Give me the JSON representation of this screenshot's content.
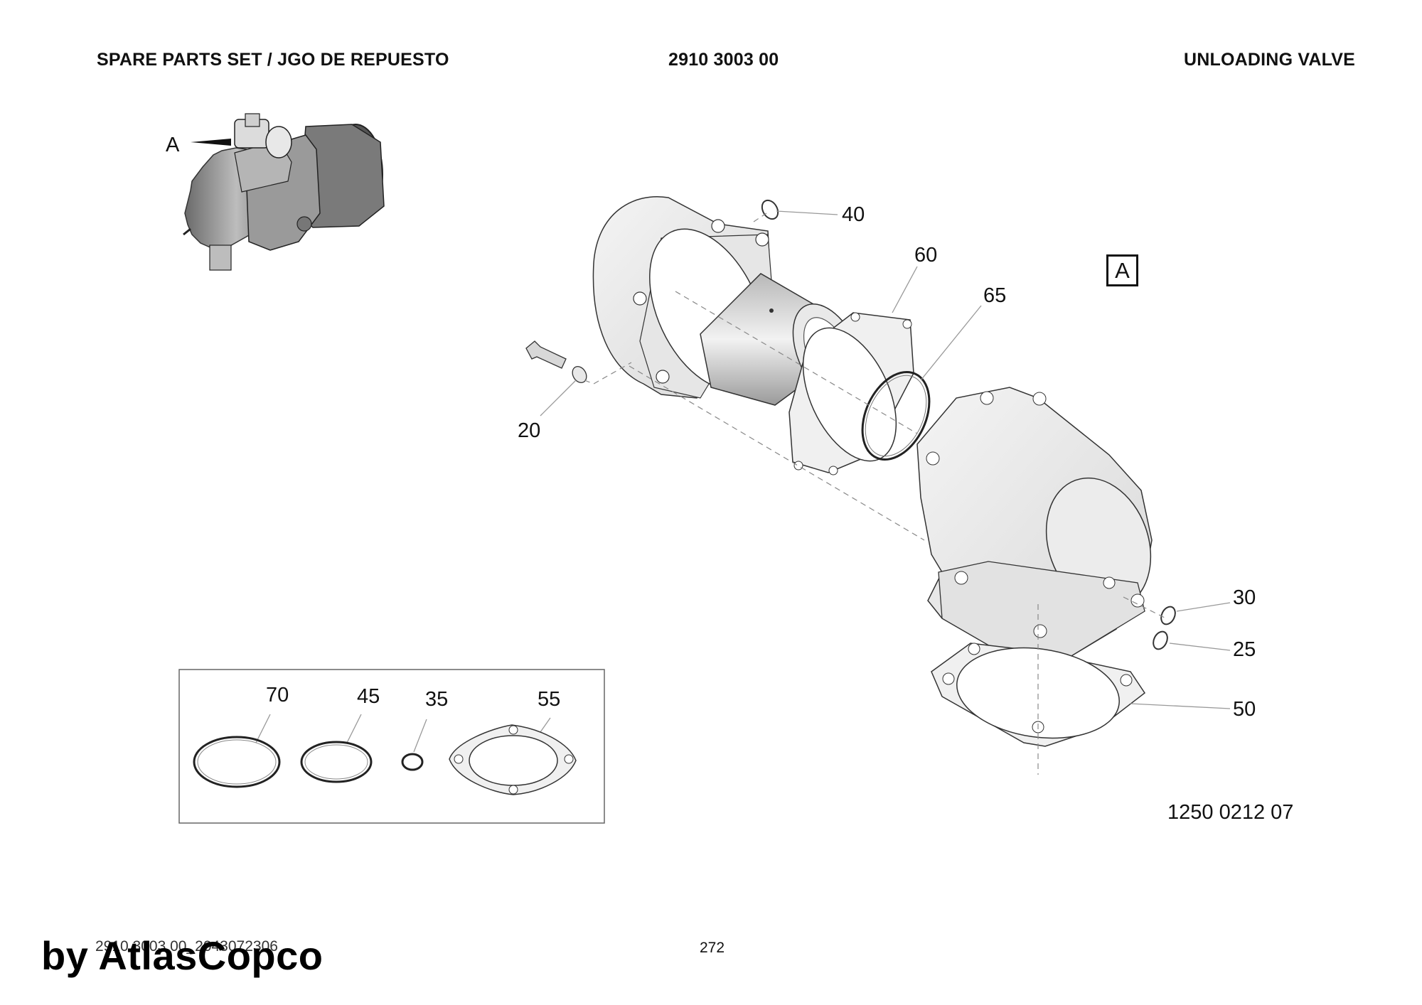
{
  "header": {
    "left_title": "SPARE PARTS SET / JGO DE REPUESTO",
    "part_number": "2910 3003 00",
    "right_title": "UNLOADING VALVE"
  },
  "overview": {
    "view_letter": "A"
  },
  "view_marker": "A",
  "callouts": {
    "c20": "20",
    "c25": "25",
    "c30": "30",
    "c35": "35",
    "c40": "40",
    "c45": "45",
    "c50": "50",
    "c55": "55",
    "c60": "60",
    "c65": "65",
    "c70": "70"
  },
  "drawing_number": "1250 0212 07",
  "footer": {
    "doc_code": "2910 3003 00_2043072306",
    "page_number": "272"
  },
  "watermark": "by AtlasCopco"
}
